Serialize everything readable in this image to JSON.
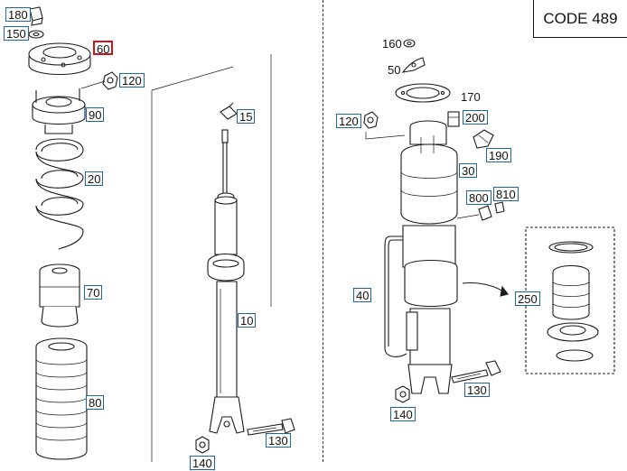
{
  "code_label": "CODE 489",
  "callouts": [
    {
      "id": "c180",
      "label": "180",
      "selected": false
    },
    {
      "id": "c150",
      "label": "150",
      "selected": false
    },
    {
      "id": "c60",
      "label": "60",
      "selected": true
    },
    {
      "id": "c120a",
      "label": "120",
      "selected": false
    },
    {
      "id": "c90",
      "label": "90",
      "selected": false
    },
    {
      "id": "c20",
      "label": "20",
      "selected": false
    },
    {
      "id": "c70",
      "label": "70",
      "selected": false
    },
    {
      "id": "c80",
      "label": "80",
      "selected": false
    },
    {
      "id": "c15",
      "label": "15",
      "selected": false
    },
    {
      "id": "c10",
      "label": "10",
      "selected": false
    },
    {
      "id": "c130a",
      "label": "130",
      "selected": false
    },
    {
      "id": "c140a",
      "label": "140",
      "selected": false
    },
    {
      "id": "c120b",
      "label": "120",
      "selected": false
    },
    {
      "id": "c200",
      "label": "200",
      "selected": false
    },
    {
      "id": "c190",
      "label": "190",
      "selected": false
    },
    {
      "id": "c30",
      "label": "30",
      "selected": false
    },
    {
      "id": "c800",
      "label": "800",
      "selected": false
    },
    {
      "id": "c810",
      "label": "810",
      "selected": false
    },
    {
      "id": "c40",
      "label": "40",
      "selected": false
    },
    {
      "id": "c250",
      "label": "250",
      "selected": false
    },
    {
      "id": "c130b",
      "label": "130",
      "selected": false
    },
    {
      "id": "c140b",
      "label": "140",
      "selected": false
    }
  ],
  "plain_labels": [
    {
      "id": "p160",
      "label": "160"
    },
    {
      "id": "p50",
      "label": "50"
    },
    {
      "id": "p170",
      "label": "170"
    }
  ]
}
